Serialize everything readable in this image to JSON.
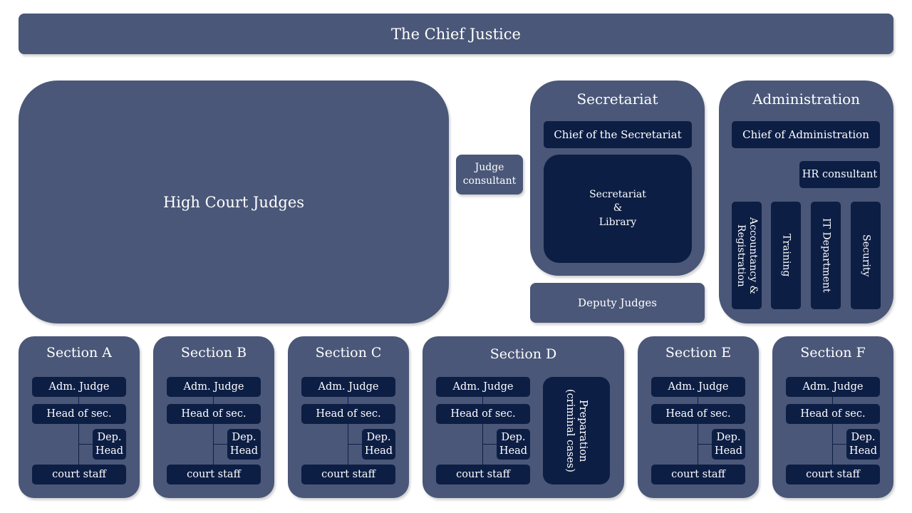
{
  "chief_justice": "The Chief Justice",
  "high_court_judges": "High Court Judges",
  "judge_consultant": {
    "line1": "Judge",
    "line2": "consultant"
  },
  "secretariat": {
    "title": "Secretariat",
    "chief": "Chief of the Secretariat",
    "library": {
      "line1": "Secretariat",
      "line2": "&",
      "line3": "Library"
    }
  },
  "deputy_judges": "Deputy Judges",
  "administration": {
    "title": "Administration",
    "chief": "Chief of Administration",
    "hr": "HR consultant",
    "departments": [
      {
        "line1": "Accountancy &",
        "line2": "Registration"
      },
      {
        "line1": "Training"
      },
      {
        "line1": "IT Department"
      },
      {
        "line1": "Security"
      }
    ]
  },
  "sections": [
    {
      "title": "Section A",
      "adm_judge": "Adm. Judge",
      "head": "Head of sec.",
      "dep_line1": "Dep.",
      "dep_line2": "Head",
      "staff": "court staff"
    },
    {
      "title": "Section B",
      "adm_judge": "Adm. Judge",
      "head": "Head of sec.",
      "dep_line1": "Dep.",
      "dep_line2": "Head",
      "staff": "court staff"
    },
    {
      "title": "Section C",
      "adm_judge": "Adm. Judge",
      "head": "Head of sec.",
      "dep_line1": "Dep.",
      "dep_line2": "Head",
      "staff": "court staff"
    },
    {
      "title": "Section D",
      "adm_judge": "Adm. Judge",
      "head": "Head of sec.",
      "dep_line1": "Dep.",
      "dep_line2": "Head",
      "staff": "court staff",
      "preparation": {
        "line1": "Preparation",
        "line2": "(criminal cases)"
      }
    },
    {
      "title": "Section E",
      "adm_judge": "Adm. Judge",
      "head": "Head of sec.",
      "dep_line1": "Dep.",
      "dep_line2": "Head",
      "staff": "court staff"
    },
    {
      "title": "Section F",
      "adm_judge": "Adm. Judge",
      "head": "Head of sec.",
      "dep_line1": "Dep.",
      "dep_line2": "Head",
      "staff": "court staff"
    }
  ],
  "colors": {
    "box": "#4a5778",
    "dark_box": "#0d1e45",
    "text": "#ffffff"
  }
}
